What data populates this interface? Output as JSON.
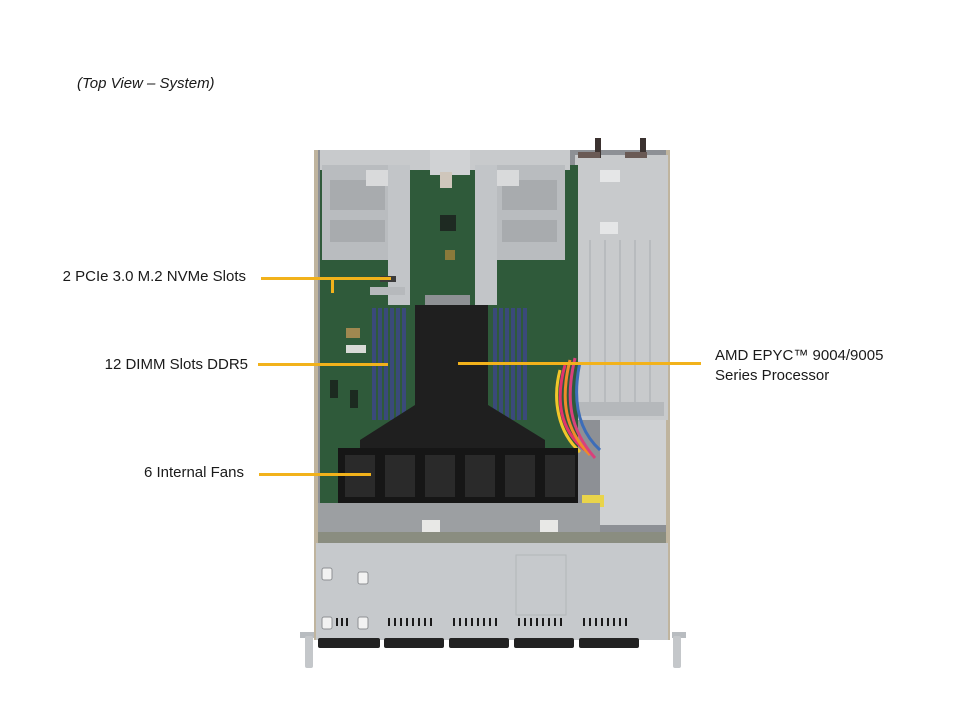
{
  "figure": {
    "title": "(Top View – System)",
    "colors": {
      "leader_line": "#f2b21b",
      "chassis_metal": "#c9cbcd",
      "pcb_green": "#2f5a3a",
      "air_shroud": "#1f1f1f",
      "dimm_blue": "#3a4a7a"
    }
  },
  "callouts": [
    {
      "id": "nvme",
      "text": "2 PCIe 3.0 M.2 NVMe Slots"
    },
    {
      "id": "dimm",
      "text": "12 DIMM Slots DDR5"
    },
    {
      "id": "fans",
      "text": "6 Internal Fans"
    },
    {
      "id": "cpu",
      "line1": "AMD EPYC™ 9004/9005",
      "line2": "Series Processor"
    }
  ]
}
